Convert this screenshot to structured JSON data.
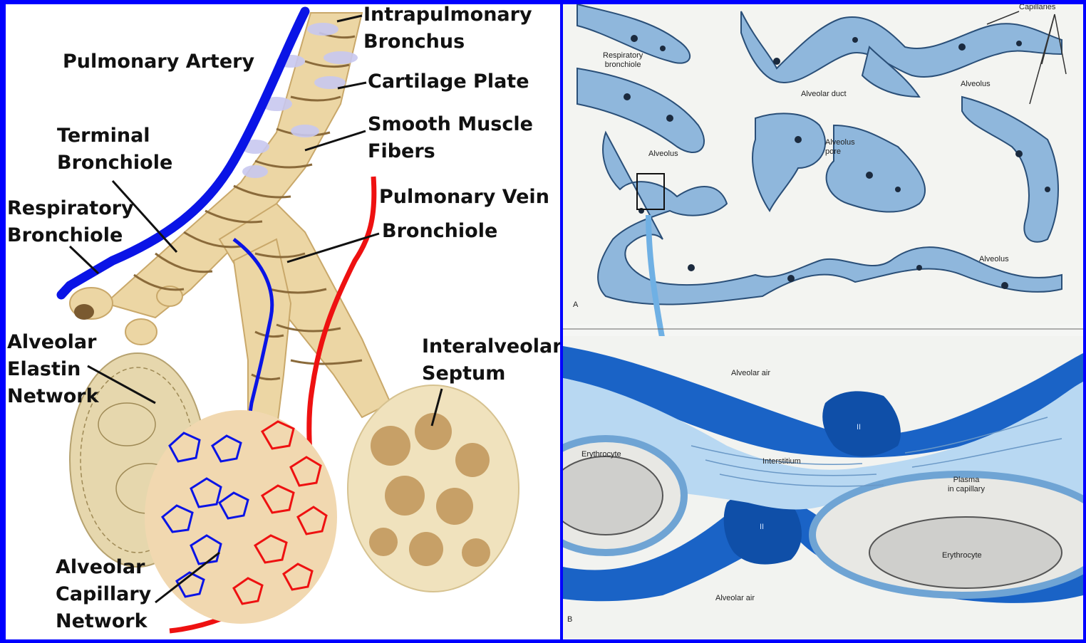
{
  "left_diagram": {
    "labels": {
      "intrapulmonary_bronchus": [
        "Intrapulmonary",
        "Bronchus"
      ],
      "pulmonary_artery": "Pulmonary Artery",
      "cartilage_plate": "Cartilage Plate",
      "smooth_muscle_fibers": [
        "Smooth Muscle",
        "Fibers"
      ],
      "terminal_bronchiole": [
        "Terminal",
        "Bronchiole"
      ],
      "respiratory_bronchiole": [
        "Respiratory",
        "Bronchiole"
      ],
      "pulmonary_vein": "Pulmonary Vein",
      "bronchiole": "Bronchiole",
      "alveolar_elastin_network": [
        "Alveolar",
        "Elastin",
        "Network"
      ],
      "interalveolar_septum": [
        "Interalveolar",
        "Septum"
      ],
      "alveolar_capillary_network": [
        "Alveolar",
        "Capillary",
        "Network"
      ]
    },
    "colors": {
      "artery": "#0a14e6",
      "vein": "#ee1111",
      "airway": "#ecd6a4",
      "airway_line": "#8a6a3a"
    }
  },
  "panel_a": {
    "letter": "A",
    "labels": {
      "capillaries": "Capillaries",
      "respiratory_bronchiole": [
        "Respiratory",
        "bronchiole"
      ],
      "alveolar_duct": "Alveolar duct",
      "alveolus_top_right": "Alveolus",
      "alveolus_left": "Alveolus",
      "alveolus_pore": [
        "Alveolus",
        "pore"
      ],
      "alveolus_bottom_right": "Alveolus"
    }
  },
  "panel_b": {
    "letter": "B",
    "labels": {
      "alveolar_air_top": "Alveolar air",
      "erythrocyte_left": "Erythrocyte",
      "interstitium": "Interstitium",
      "plasma_in_capillary": [
        "Plasma",
        "in capillary"
      ],
      "erythrocyte_right": "Erythrocyte",
      "alveolar_air_bottom": "Alveolar air",
      "type_ii_top": "II",
      "type_ii_bottom": "II"
    }
  }
}
